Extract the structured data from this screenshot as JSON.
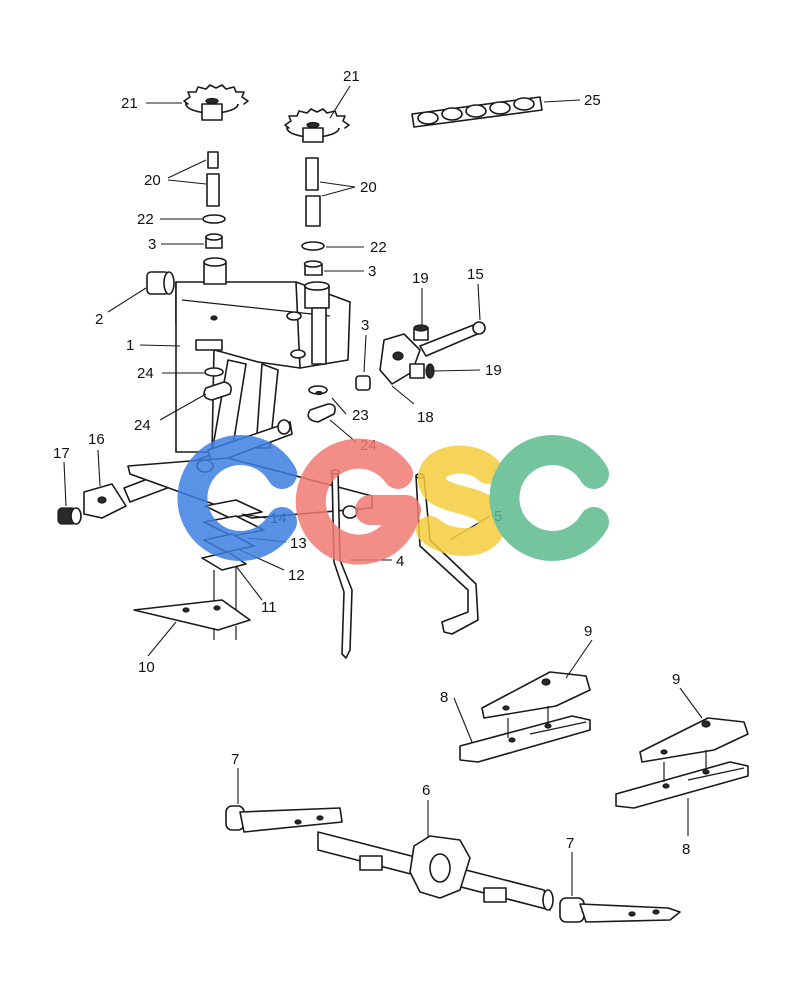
{
  "callouts": [
    {
      "id": "c21a",
      "text": "21"
    },
    {
      "id": "c21b",
      "text": "21"
    },
    {
      "id": "c25",
      "text": "25"
    },
    {
      "id": "c20a",
      "text": "20"
    },
    {
      "id": "c20b",
      "text": "20"
    },
    {
      "id": "c22a",
      "text": "22"
    },
    {
      "id": "c22b",
      "text": "22"
    },
    {
      "id": "c3a",
      "text": "3"
    },
    {
      "id": "c3b",
      "text": "3"
    },
    {
      "id": "c3c",
      "text": "3"
    },
    {
      "id": "c19a",
      "text": "19"
    },
    {
      "id": "c19b",
      "text": "19"
    },
    {
      "id": "c15",
      "text": "15"
    },
    {
      "id": "c2",
      "text": "2"
    },
    {
      "id": "c1",
      "text": "1"
    },
    {
      "id": "c24a",
      "text": "24"
    },
    {
      "id": "c24b",
      "text": "24"
    },
    {
      "id": "c24c",
      "text": "24"
    },
    {
      "id": "c23",
      "text": "23"
    },
    {
      "id": "c18",
      "text": "18"
    },
    {
      "id": "c16",
      "text": "16"
    },
    {
      "id": "c17",
      "text": "17"
    },
    {
      "id": "c14",
      "text": "14"
    },
    {
      "id": "c13",
      "text": "13"
    },
    {
      "id": "c12",
      "text": "12"
    },
    {
      "id": "c11",
      "text": "11"
    },
    {
      "id": "c10",
      "text": "10"
    },
    {
      "id": "c4",
      "text": "4"
    },
    {
      "id": "c5",
      "text": "5"
    },
    {
      "id": "c9a",
      "text": "9"
    },
    {
      "id": "c9b",
      "text": "9"
    },
    {
      "id": "c8a",
      "text": "8"
    },
    {
      "id": "c8b",
      "text": "8"
    },
    {
      "id": "c7a",
      "text": "7"
    },
    {
      "id": "c7b",
      "text": "7"
    },
    {
      "id": "c6",
      "text": "6"
    }
  ],
  "watermark": {
    "letters": [
      "C",
      "G",
      "S",
      "C"
    ],
    "colors": [
      "#3d7fe0",
      "#f07a74",
      "#f5cd3e",
      "#5cba8e"
    ]
  },
  "colors": {
    "ink": "#1a1a1a",
    "background": "#ffffff"
  }
}
